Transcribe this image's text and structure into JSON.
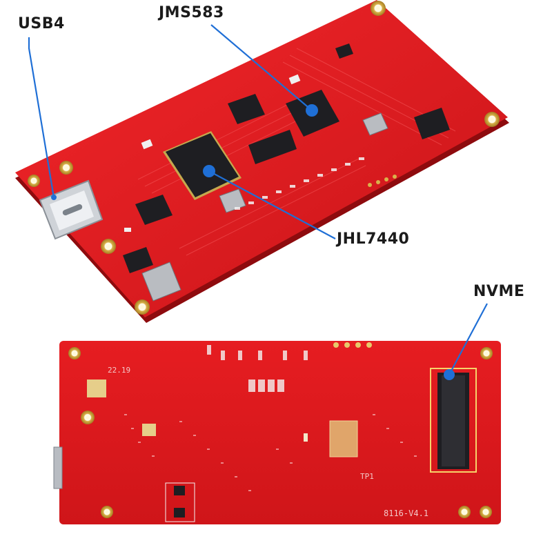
{
  "labels": {
    "usb4": "USB4",
    "jms583": "JMS583",
    "jhl7440": "JHL7440",
    "nvme": "NVME"
  },
  "silkscreen": {
    "revision": "8116-V4.1",
    "test_point": "TP1",
    "date_code": "22.19"
  },
  "colors": {
    "pcb_red": "#e0191b",
    "pcb_dark": "#b50f12",
    "chip": "#1e1e22",
    "pointer": "#1f6fd6",
    "callout_text": "#1b1b1b"
  },
  "icons": {
    "usb_c_port": "usb-c-connector-icon",
    "m2_slot": "m2-slot-icon"
  }
}
